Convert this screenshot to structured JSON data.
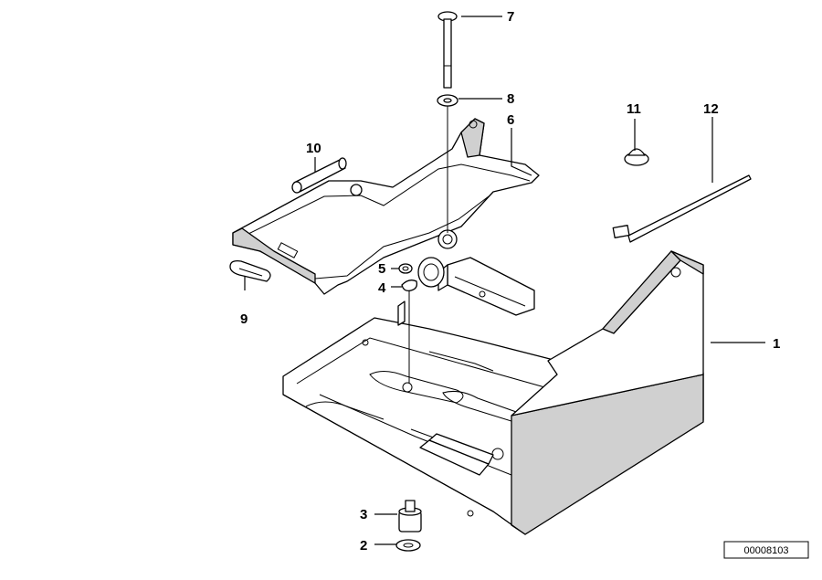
{
  "callouts": [
    {
      "label": "1"
    },
    {
      "label": "2"
    },
    {
      "label": "3"
    },
    {
      "label": "4"
    },
    {
      "label": "5"
    },
    {
      "label": "6"
    },
    {
      "label": "7"
    },
    {
      "label": "8"
    },
    {
      "label": "9"
    },
    {
      "label": "10"
    },
    {
      "label": "11"
    },
    {
      "label": "12"
    }
  ],
  "reference_code": "00008103"
}
